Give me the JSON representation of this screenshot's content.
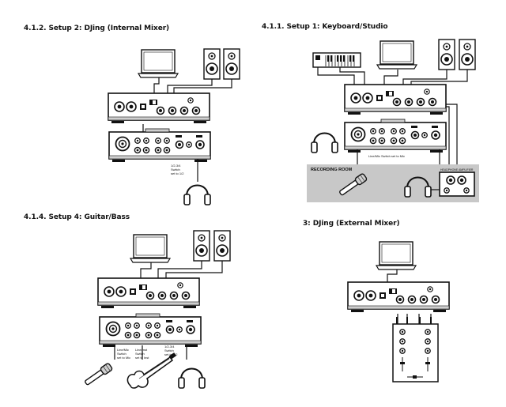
{
  "titles": {
    "setup2": "4.1.2. Setup 2: DJing (Internal Mixer)",
    "setup1": "4.1.1. Setup 1: Keyboard/Studio",
    "setup4": "4.1.4. Setup 4: Guitar/Bass",
    "setup3": "3: DJing (External Mixer)"
  },
  "labels": {
    "setup2_switch": [
      "1/2-3/4",
      "Switch",
      "set to 1/2"
    ],
    "setup1_switch": "Line/Mic Switch set to Mic",
    "recording_room": "RECORDING ROOM",
    "headphone_amp": "HEADPHONE AMPLIFIER",
    "setup4_linemic": [
      "Line/Mic",
      "Switch",
      "set to Mic"
    ],
    "setup4_lineinst": [
      "Line/Inst",
      "Switch",
      "set to Inst"
    ],
    "setup4_1234": [
      "1/2-3/4",
      "Switch",
      "set to 1/2"
    ]
  }
}
